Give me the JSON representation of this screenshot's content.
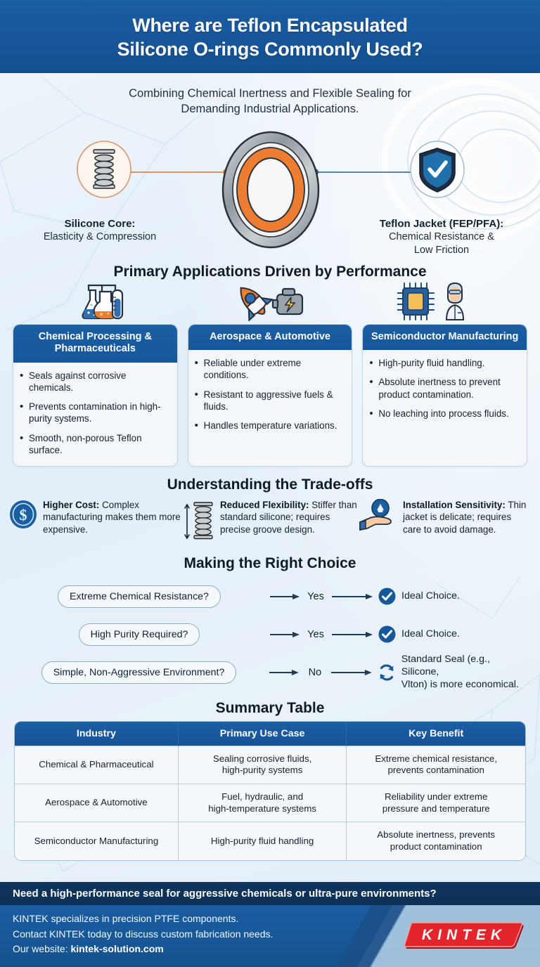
{
  "header": {
    "title_line1": "Where are Teflon Encapsulated",
    "title_line2": "Silicone O-rings Commonly Used?"
  },
  "subtitle": {
    "line1": "Combining Chemical Inertness and Flexible Sealing for",
    "line2": "Demanding Industrial Applications."
  },
  "hero": {
    "left": {
      "icon": "spring-coil-icon",
      "title": "Silicone Core:",
      "desc": "Elasticity & Compression"
    },
    "right": {
      "icon": "shield-check-icon",
      "title": "Teflon Jacket (FEP/PFA):",
      "desc_line1": "Chemical Resistance &",
      "desc_line2": "Low Friction"
    },
    "center_icon": "oring-cross-section-icon",
    "core_color": "#ED7D31",
    "jacket_color": "#9aa3a8"
  },
  "applications": {
    "section_title": "Primary Applications Driven by Performance",
    "cards": [
      {
        "icon": "chemistry-flasks-icon",
        "title": "Chemical Processing & Pharmaceuticals",
        "bullets": [
          "Seals against corrosive chemicals.",
          "Prevents contamination in high-purity systems.",
          "Smooth, non-porous Teflon surface."
        ]
      },
      {
        "icon": "rocket-engine-icon",
        "title": "Aerospace & Automotive",
        "bullets": [
          "Reliable under extreme conditions.",
          "Resistant to aggressive fuels & fluids.",
          "Handles temperature variations."
        ]
      },
      {
        "icon": "chip-technician-icon",
        "title": "Semiconductor Manufacturing",
        "bullets": [
          "High-purity fluid handling.",
          "Absolute inertness to prevent product contamination.",
          "No leaching into process fluids."
        ]
      }
    ]
  },
  "tradeoffs": {
    "section_title": "Understanding the Trade-offs",
    "items": [
      {
        "icon": "dollar-coin-icon",
        "label": "Higher Cost:",
        "text": " Complex manufacturing makes them more expensive."
      },
      {
        "icon": "spring-compression-icon",
        "label": "Reduced Flexibility:",
        "text": " Stiffer than standard silicone; requires precise groove design."
      },
      {
        "icon": "hand-care-icon",
        "label": "Installation Sensitivity:",
        "text": " Thin jacket is delicate; requires care to avoid damage."
      }
    ]
  },
  "decision": {
    "section_title": "Making the Right Choice",
    "rows": [
      {
        "question": "Extreme Chemical Resistance?",
        "answer": "Yes",
        "result_icon": "check-circle-icon",
        "result": "Ideal Choice."
      },
      {
        "question": "High Purity Required?",
        "answer": "Yes",
        "result_icon": "check-circle-icon",
        "result": "Ideal Choice."
      },
      {
        "question": "Simple, Non-Aggressive Environment?",
        "answer": "No",
        "result_icon": "refresh-cycle-icon",
        "result_line1": "Standard Seal (e.g., Silicone,",
        "result_line2": "Vlton) is more economical."
      }
    ]
  },
  "summary": {
    "section_title": "Summary Table",
    "columns": [
      "Industry",
      "Primary Use Case",
      "Key Benefit"
    ],
    "rows": [
      {
        "industry": "Chemical & Pharmaceutical",
        "use_case_line1": "Sealing corrosive fluids,",
        "use_case_line2": "high-purity systems",
        "benefit_line1": "Extreme chemical resistance,",
        "benefit_line2": "prevents contamination"
      },
      {
        "industry": "Aerospace & Automotive",
        "use_case_line1": "Fuel, hydraulic, and",
        "use_case_line2": "high-temperature systems",
        "benefit_line1": "Reliability under extreme",
        "benefit_line2": "pressure and temperature"
      },
      {
        "industry": "Semiconductor Manufacturing",
        "use_case_line1": "High-purity fluid handling",
        "use_case_line2": "",
        "benefit_line1": "Absolute inertness, prevents",
        "benefit_line2": "product contamination"
      }
    ]
  },
  "footer": {
    "banner": "Need a high-performance seal for aggressive chemicals or ultra-pure environments?",
    "line1": "KINTEK specializes in precision PTFE components.",
    "line2": "Contact KINTEK today to discuss custom fabrication needs.",
    "line3_prefix": "Our website: ",
    "website": "kintek-solution.com",
    "logo_text": "KINTEK",
    "logo_color": "#E3262B"
  },
  "theme": {
    "brand_blue": "#1b5fa3",
    "dark_blue": "#0d2f54",
    "accent_orange": "#ED7D31",
    "page_bg": "#e8f1f8"
  }
}
